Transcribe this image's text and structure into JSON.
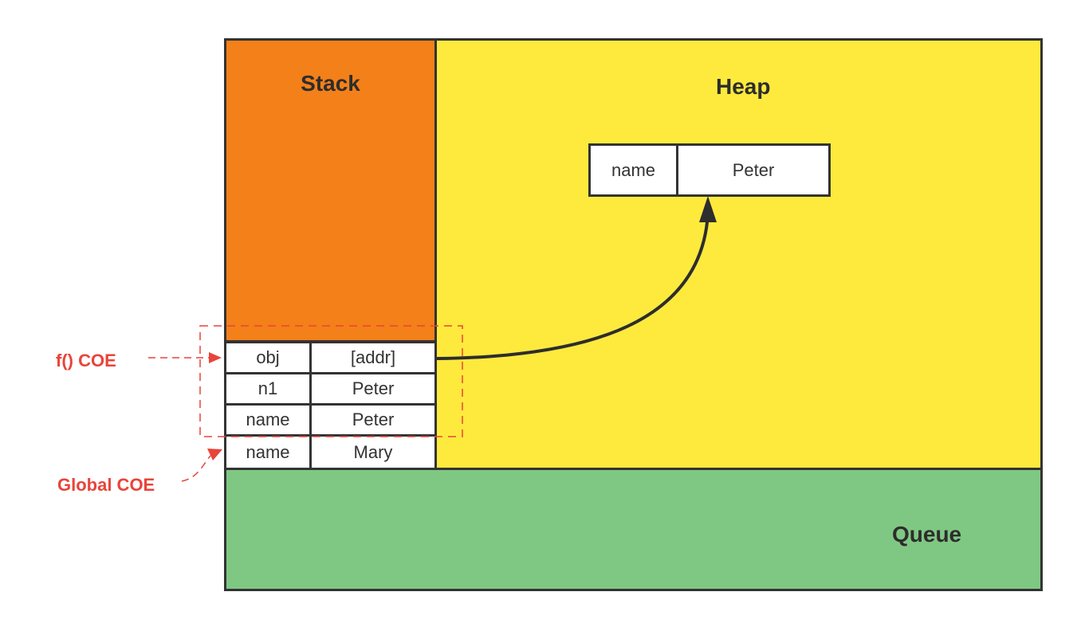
{
  "regions": {
    "stack": "Stack",
    "heap": "Heap",
    "queue": "Queue"
  },
  "heap_object": {
    "key": "name",
    "value": "Peter"
  },
  "stack_rows": [
    {
      "key": "obj",
      "value": "[addr]"
    },
    {
      "key": "n1",
      "value": "Peter"
    },
    {
      "key": "name",
      "value": "Peter"
    },
    {
      "key": "name",
      "value": "Mary"
    }
  ],
  "labels": {
    "function_context": "f() COE",
    "global_context": "Global COE"
  },
  "colors": {
    "stack": "#f48019",
    "heap": "#fdea3d",
    "queue": "#7fc883",
    "annotation": "#e8443a",
    "border": "#333333"
  }
}
